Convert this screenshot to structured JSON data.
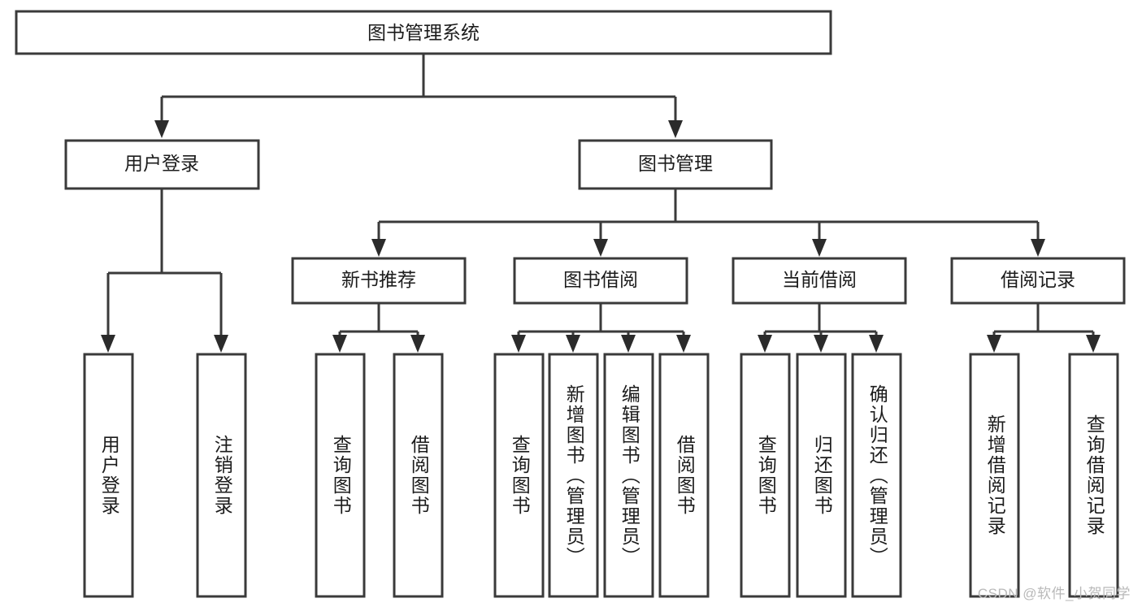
{
  "diagram": {
    "type": "tree-hierarchy",
    "title": "图书管理系统",
    "watermark": "CSDN @软件_小贺同学",
    "style": {
      "box_fill": "#ffffff",
      "box_stroke": "#3a3a3a",
      "connector_color": "#3a3a3a",
      "arrow_color": "#2b2b2b",
      "text_color": "#1c1c1c",
      "watermark_color": "#b9b9b9",
      "background": "#ffffff"
    },
    "root": {
      "label": "图书管理系统",
      "orientation": "horizontal"
    },
    "level2": [
      {
        "id": "user-login",
        "label": "用户登录",
        "orientation": "horizontal"
      },
      {
        "id": "book-manage",
        "label": "图书管理",
        "orientation": "horizontal"
      }
    ],
    "level3": [
      {
        "id": "new-book-recommend",
        "label": "新书推荐",
        "parent": "book-manage",
        "orientation": "horizontal"
      },
      {
        "id": "book-borrow",
        "label": "图书借阅",
        "parent": "book-manage",
        "orientation": "horizontal"
      },
      {
        "id": "current-borrow",
        "label": "当前借阅",
        "parent": "book-manage",
        "orientation": "horizontal"
      },
      {
        "id": "borrow-record",
        "label": "借阅记录",
        "parent": "book-manage",
        "orientation": "horizontal"
      }
    ],
    "leaves": [
      {
        "id": "leaf-user-login",
        "label": "用户登录",
        "parent": "user-login",
        "orientation": "vertical"
      },
      {
        "id": "leaf-user-logout",
        "label": "注销登录",
        "parent": "user-login",
        "orientation": "vertical"
      },
      {
        "id": "leaf-query-book-1",
        "label": "查询图书",
        "parent": "new-book-recommend",
        "orientation": "vertical"
      },
      {
        "id": "leaf-borrow-book-1",
        "label": "借阅图书",
        "parent": "new-book-recommend",
        "orientation": "vertical"
      },
      {
        "id": "leaf-query-book-2",
        "label": "查询图书",
        "parent": "book-borrow",
        "orientation": "vertical"
      },
      {
        "id": "leaf-add-book",
        "label": "新增图书（管理员）",
        "parent": "book-borrow",
        "orientation": "vertical"
      },
      {
        "id": "leaf-edit-book",
        "label": "编辑图书（管理员）",
        "parent": "book-borrow",
        "orientation": "vertical"
      },
      {
        "id": "leaf-borrow-book-2",
        "label": "借阅图书",
        "parent": "book-borrow",
        "orientation": "vertical"
      },
      {
        "id": "leaf-query-book-3",
        "label": "查询图书",
        "parent": "current-borrow",
        "orientation": "vertical"
      },
      {
        "id": "leaf-return-book",
        "label": "归还图书",
        "parent": "current-borrow",
        "orientation": "vertical"
      },
      {
        "id": "leaf-confirm-return",
        "label": "确认归还（管理员）",
        "parent": "current-borrow",
        "orientation": "vertical"
      },
      {
        "id": "leaf-add-record",
        "label": "新增借阅记录",
        "parent": "borrow-record",
        "orientation": "vertical"
      },
      {
        "id": "leaf-query-record",
        "label": "查询借阅记录",
        "parent": "borrow-record",
        "orientation": "vertical"
      }
    ]
  }
}
